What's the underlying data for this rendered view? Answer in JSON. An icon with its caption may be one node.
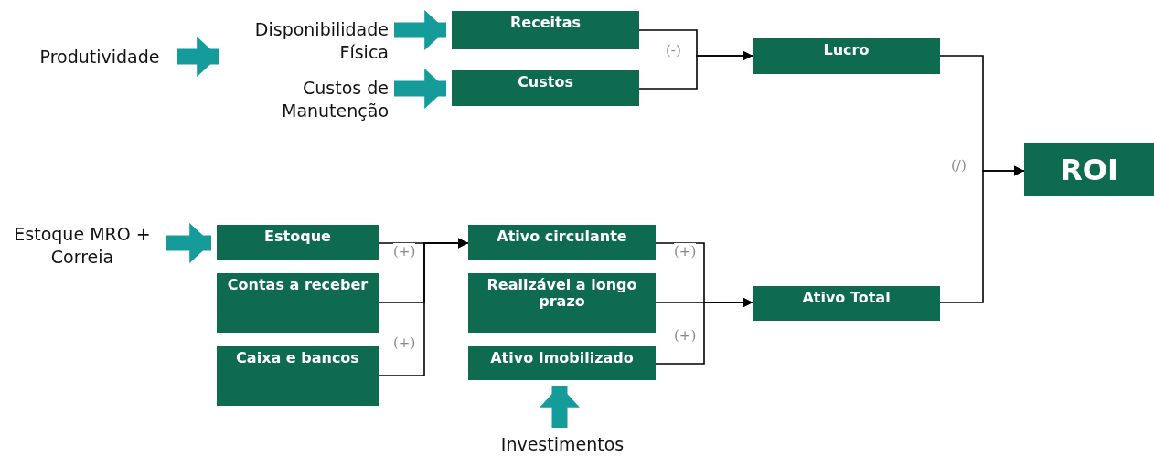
{
  "diagram": {
    "nodes": [
      {
        "text": [
          "Produtividade"
        ]
      },
      {
        "text": [
          "Disponibilidade Física"
        ]
      },
      {
        "text": [
          "Custos de Manutenção"
        ]
      },
      {
        "text": [
          "Receitas"
        ]
      },
      {
        "text": [
          "Custos"
        ]
      },
      {
        "text": [
          "Lucro"
        ]
      },
      {
        "text": [
          "ROI"
        ]
      },
      {
        "text": [
          "Estoque MRO + Correia"
        ]
      },
      {
        "text": [
          "Estoque"
        ]
      },
      {
        "text": [
          "Contas a receber"
        ]
      },
      {
        "text": [
          "Caixa e bancos"
        ]
      },
      {
        "text": [
          "Ativo circulante"
        ]
      },
      {
        "text": [
          "Realizável a longo prazo"
        ]
      },
      {
        "text": [
          "Ativo Imobilizado"
        ]
      },
      {
        "text": [
          "Investimentos"
        ]
      },
      {
        "text": [
          "Ativo Total"
        ]
      }
    ],
    "edges": [
      {
        "from": 0,
        "to": 1,
        "arrow": "to",
        "style": "thick",
        "color": "#169b9b"
      },
      {
        "from": 1,
        "to": 3,
        "arrow": "to",
        "style": "thick",
        "color": "#169b9b"
      },
      {
        "from": 2,
        "to": 4,
        "arrow": "to",
        "style": "thick",
        "color": "#169b9b"
      },
      {
        "from": 3,
        "to": 5,
        "arrow": "to"
      },
      {
        "from": 4,
        "to": 5,
        "arrow": "to"
      },
      {
        "from": 5,
        "to": 6,
        "arrow": "to"
      },
      {
        "from": 15,
        "to": 6,
        "arrow": "to"
      },
      {
        "from": 7,
        "to": 8,
        "arrow": "to",
        "style": "thick",
        "color": "#169b9b"
      },
      {
        "from": 8,
        "to": 11,
        "arrow": "to"
      },
      {
        "from": 9,
        "to": 11,
        "arrow": "to"
      },
      {
        "from": 10,
        "to": 11,
        "arrow": "to"
      },
      {
        "from": 11,
        "to": 15,
        "arrow": "to"
      },
      {
        "from": 12,
        "to": 15,
        "arrow": "to"
      },
      {
        "from": 13,
        "to": 15,
        "arrow": "to"
      },
      {
        "from": 14,
        "to": 13,
        "arrow": "to",
        "style": "thick",
        "color": "#169b9b"
      }
    ],
    "labels": [
      "(-)",
      "(/)",
      "(+)",
      "(+)",
      "(+)",
      "(+)"
    ]
  }
}
